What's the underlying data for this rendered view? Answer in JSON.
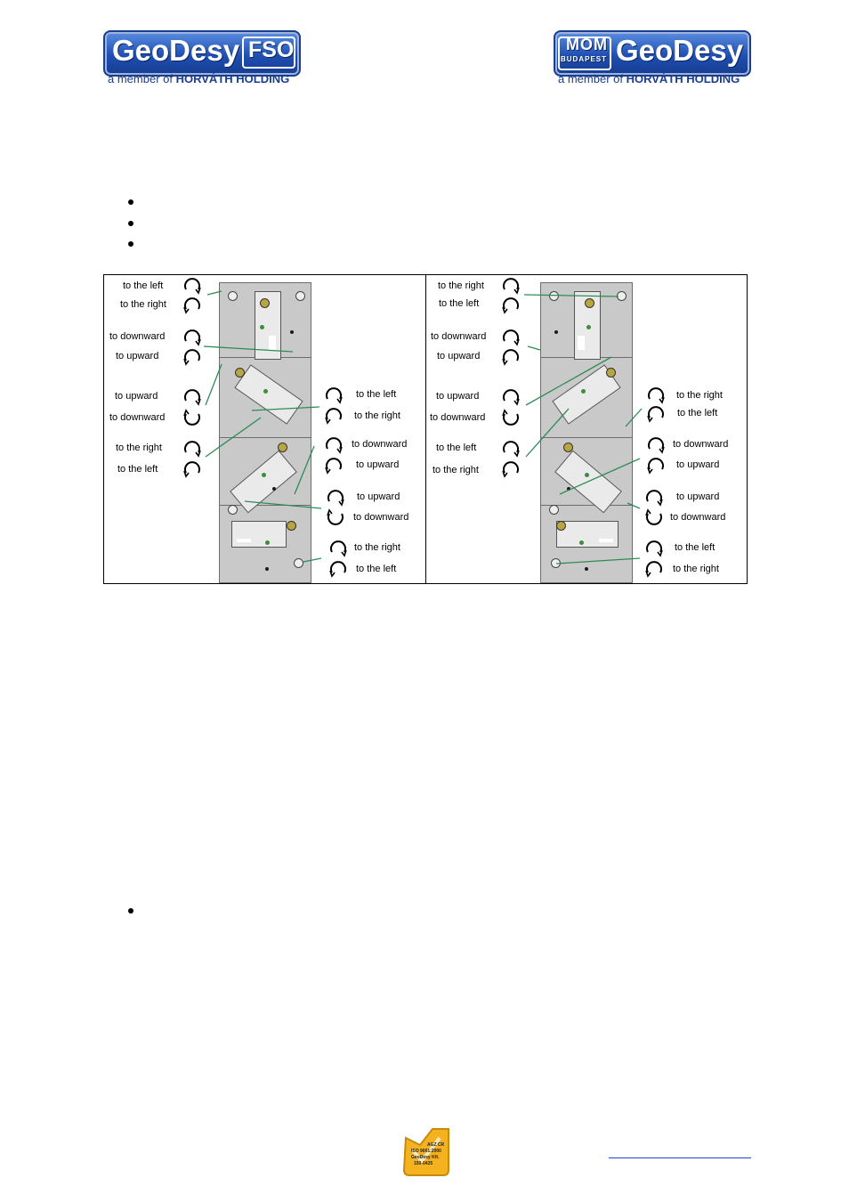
{
  "header": {
    "left_logo": {
      "brand": "GeoDesy",
      "tag": "FSO",
      "member_prefix": "a member of",
      "member_holding": "HORVÁTH HOLDING"
    },
    "right_logo": {
      "tag_top": "MOM",
      "tag_bottom": "BUDAPEST",
      "brand": "GeoDesy",
      "member_prefix": "a member of",
      "member_holding": "HORVÁTH HOLDING"
    }
  },
  "figure": {
    "left_panel": {
      "labels": [
        "to the left",
        "to the right",
        "to downward",
        "to upward",
        "to upward",
        "to downward",
        "to the right",
        "to the left",
        "to the left",
        "to the right",
        "to downward",
        "to upward",
        "to upward",
        "to downward",
        "to the right",
        "to the left"
      ]
    },
    "right_panel": {
      "labels": [
        "to the right",
        "to the left",
        "to downward",
        "to upward",
        "to upward",
        "to downward",
        "to the left",
        "to the right",
        "to the right",
        "to the left",
        "to downward",
        "to upward",
        "to upward",
        "to downward",
        "to the left",
        "to the right"
      ]
    },
    "line_color": "#2e8b57"
  },
  "footer": {
    "badge_text": [
      "AGZ CR",
      "ISO 9001:2000",
      "GeoDesy Kft.",
      "150-0425"
    ],
    "badge_color": "#f4b21f"
  }
}
